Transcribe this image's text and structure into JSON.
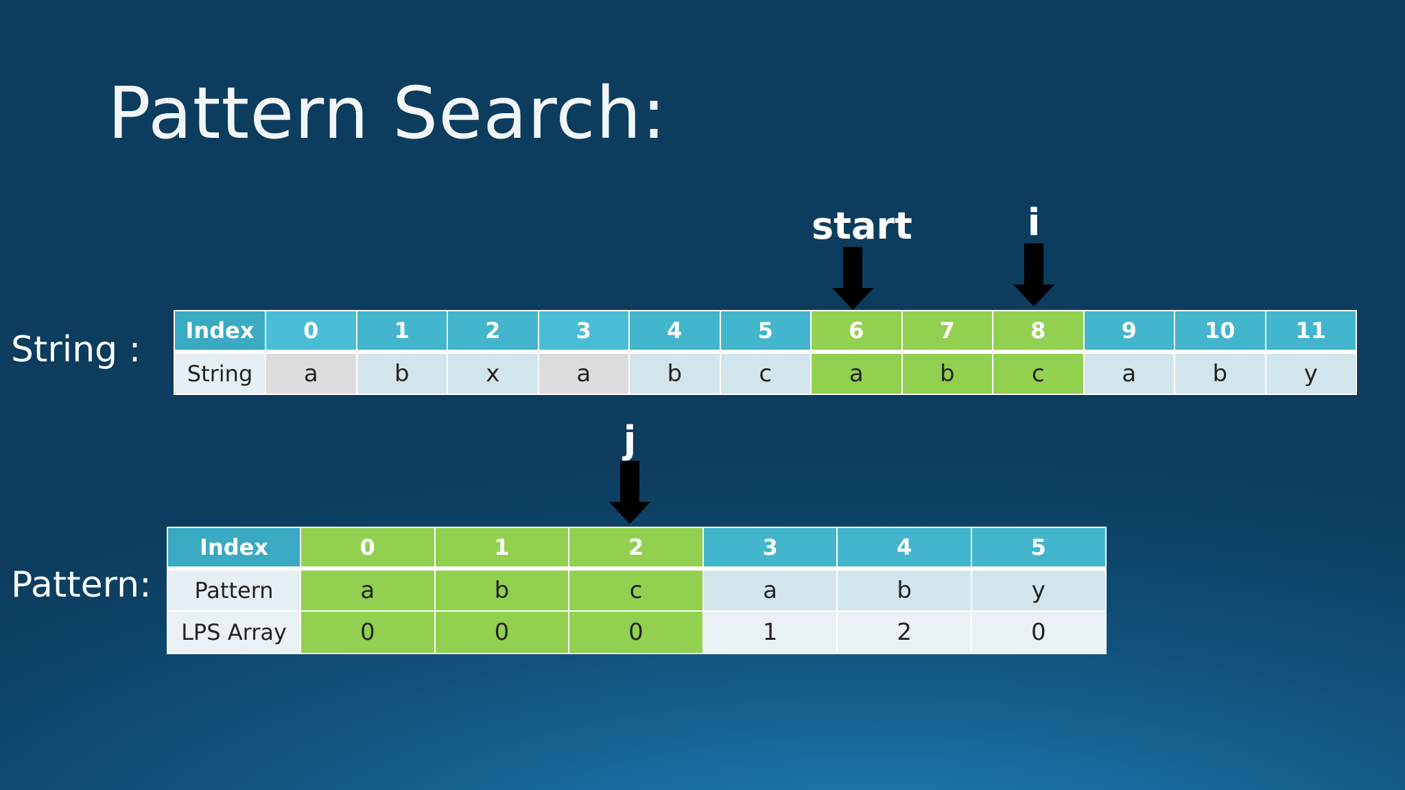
{
  "slide": {
    "title": "Pattern Search:",
    "string_label": "String :",
    "pattern_label": "Pattern:"
  },
  "pointers": {
    "start": "start",
    "i": "i",
    "j": "j"
  },
  "string_table": {
    "index_header": "Index",
    "value_header": "String",
    "indices": [
      "0",
      "1",
      "2",
      "3",
      "4",
      "5",
      "6",
      "7",
      "8",
      "9",
      "10",
      "11"
    ],
    "values": [
      "a",
      "b",
      "x",
      "a",
      "b",
      "c",
      "a",
      "b",
      "c",
      "a",
      "b",
      "y"
    ],
    "highlighted_columns": [
      6,
      7,
      8
    ],
    "grey_columns": [
      0,
      3
    ]
  },
  "pattern_table": {
    "index_header": "Index",
    "pattern_header": "Pattern",
    "lps_header": "LPS Array",
    "indices": [
      "0",
      "1",
      "2",
      "3",
      "4",
      "5"
    ],
    "pattern": [
      "a",
      "b",
      "c",
      "a",
      "b",
      "y"
    ],
    "lps": [
      "0",
      "0",
      "0",
      "1",
      "2",
      "0"
    ],
    "highlighted_columns": [
      0,
      1,
      2
    ]
  },
  "colors": {
    "header_teal": "#43b5cc",
    "highlight_green": "#92d050",
    "cell_light": "#d3e5ec",
    "cell_grey": "#dcdcdc"
  }
}
